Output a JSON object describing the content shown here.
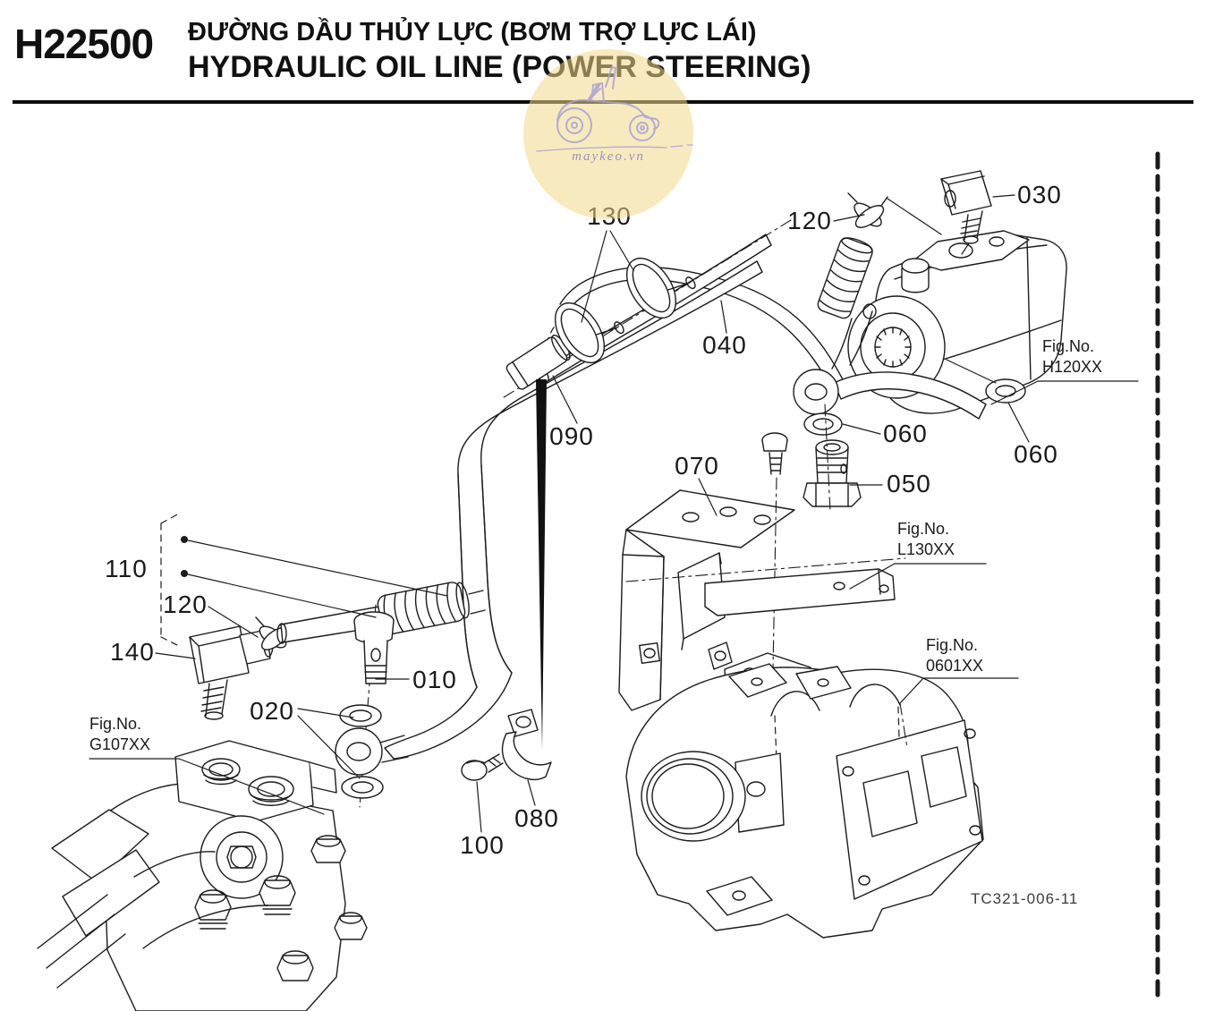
{
  "header": {
    "code": "H22500",
    "title_line1": "ĐƯỜNG DẦU THỦY LỰC (BƠM TRỢ LỰC LÁI)",
    "title_line2": "HYDRAULIC OIL LINE (POWER STEERING)"
  },
  "watermark": {
    "site": "maykeo.vn"
  },
  "diagram": {
    "drawing_code": "TC321-006-11",
    "part_labels": [
      {
        "text": "010"
      },
      {
        "text": "020"
      },
      {
        "text": "030"
      },
      {
        "text": "040"
      },
      {
        "text": "050"
      },
      {
        "text": "060"
      },
      {
        "text": "060"
      },
      {
        "text": "070"
      },
      {
        "text": "080"
      },
      {
        "text": "090"
      },
      {
        "text": "100"
      },
      {
        "text": "110"
      },
      {
        "text": "120"
      },
      {
        "text": "120"
      },
      {
        "text": "130"
      },
      {
        "text": "140"
      }
    ],
    "fig_refs": [
      {
        "label": "Fig.No.",
        "code": "H120XX"
      },
      {
        "label": "Fig.No.",
        "code": "L130XX"
      },
      {
        "label": "Fig.No.",
        "code": "0601XX"
      },
      {
        "label": "Fig.No.",
        "code": "G107XX"
      }
    ],
    "colors": {
      "line": "#1b1b1b",
      "watermark_fill": "#f2d98a",
      "watermark_line": "#a8a3d4"
    }
  }
}
